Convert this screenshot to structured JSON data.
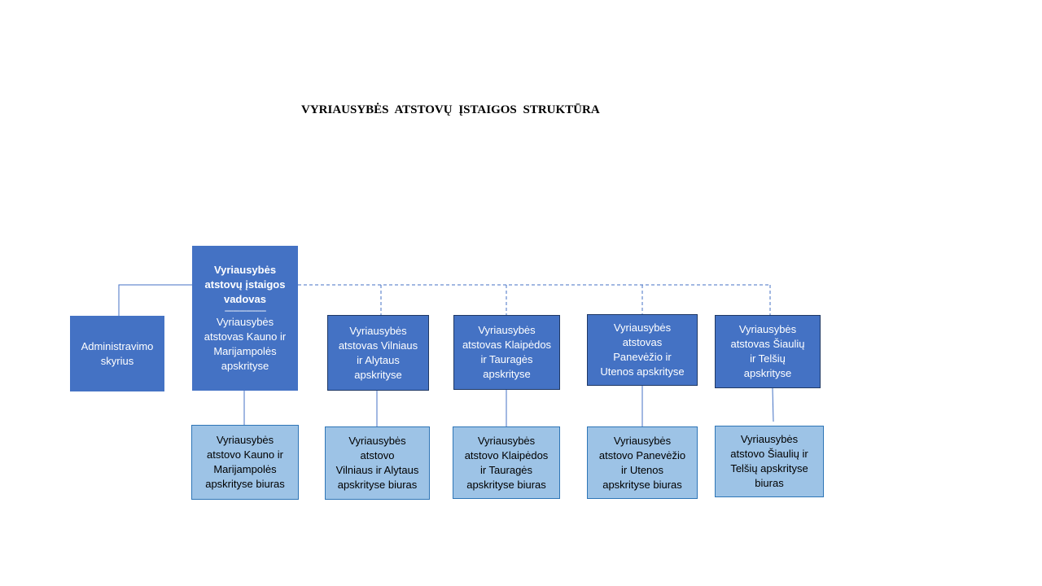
{
  "title": "VYRIAUSYBĖS  ATSTOVŲ  ĮSTAIGOS  STRUKTŪRA",
  "head": {
    "title_lines": [
      "Vyriausybės",
      "atstovų įstaigos",
      "vadovas"
    ],
    "separator": "-------------------",
    "subtitle_lines": [
      "Vyriausybės",
      "atstovas Kauno ir",
      "Marijampolės",
      "apskrityse"
    ]
  },
  "admin": {
    "lines": [
      "Administravimo",
      "skyrius"
    ]
  },
  "representatives": [
    {
      "lines": [
        "Vyriausybės",
        "atstovas  Vilniaus",
        "ir Alytaus",
        "apskrityse"
      ]
    },
    {
      "lines": [
        "Vyriausybės",
        "atstovas Klaipėdos",
        "ir Tauragės",
        "apskrityse"
      ]
    },
    {
      "lines": [
        "Vyriausybės",
        "atstovas",
        "Panevėžio ir",
        "Utenos apskrityse"
      ]
    },
    {
      "lines": [
        "Vyriausybės",
        "atstovas Šiaulių",
        "ir Telšių",
        "apskrityse"
      ]
    }
  ],
  "offices": [
    {
      "lines": [
        "Vyriausybės",
        "atstovo Kauno ir",
        "Marijampolės",
        "apskrityse biuras"
      ]
    },
    {
      "lines": [
        "Vyriausybės",
        "atstovo",
        "Vilniaus ir Alytaus",
        "apskrityse biuras"
      ]
    },
    {
      "lines": [
        "Vyriausybės",
        "atstovo Klaipėdos",
        "ir Tauragės",
        "apskrityse biuras"
      ]
    },
    {
      "lines": [
        "Vyriausybės",
        "atstovo Panevėžio",
        "ir Utenos",
        "apskrityse biuras"
      ]
    },
    {
      "lines": [
        "Vyriausybės",
        "atstovo Šiaulių ir",
        "Telšių apskrityse",
        "biuras"
      ]
    }
  ],
  "colors": {
    "box_dark": "#4472c4",
    "box_light": "#9dc3e6",
    "connector": "#4472c4"
  }
}
